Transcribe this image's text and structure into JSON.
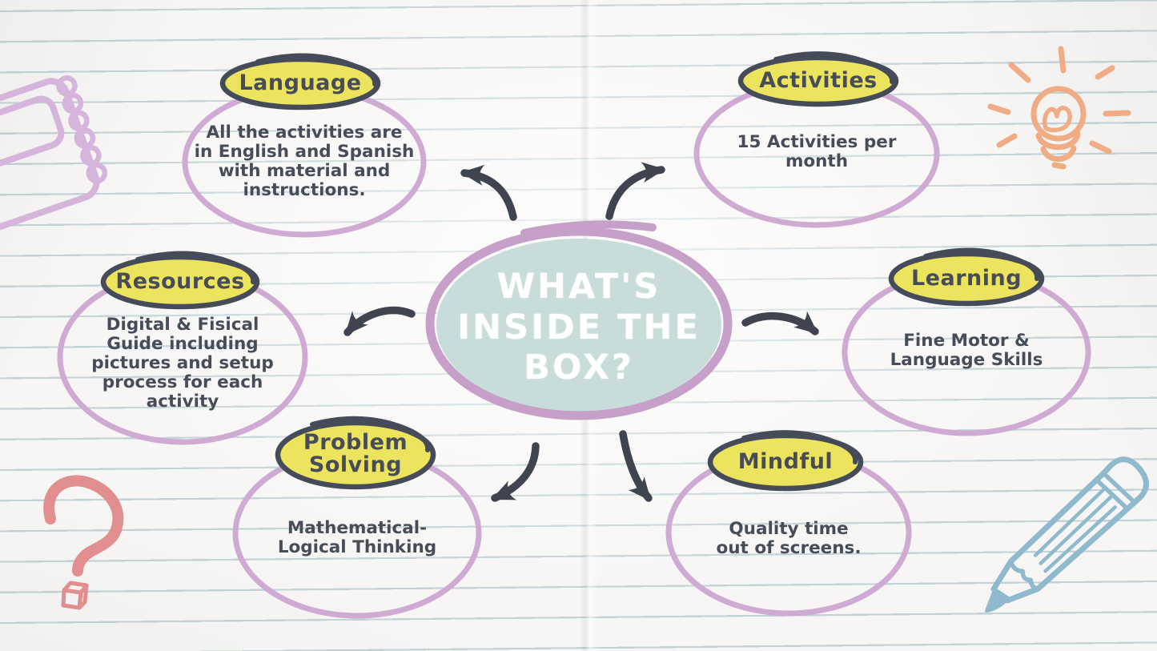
{
  "center": {
    "title": "WHAT'S\nINSIDE THE\nBOX?"
  },
  "nodes": [
    {
      "id": "language",
      "label": "Language",
      "body": "All the activities are\nin English and Spanish\nwith material and\ninstructions."
    },
    {
      "id": "activities",
      "label": "Activities",
      "body": "15 Activities per\nmonth"
    },
    {
      "id": "resources",
      "label": "Resources",
      "body": "Digital & Fisical\nGuide including\npictures and setup\nprocess for each\nactivity"
    },
    {
      "id": "learning",
      "label": "Learning",
      "body": "Fine Motor &\nLanguage Skills"
    },
    {
      "id": "problem_solving",
      "label": "Problem\nSolving",
      "body": "Mathematical-\nLogical Thinking"
    },
    {
      "id": "mindful",
      "label": "Mindful",
      "body": "Quality time\nout of screens."
    }
  ],
  "decorations": [
    "notebook-sketch",
    "lightbulb-sketch",
    "question-mark-sketch",
    "pencil-sketch"
  ],
  "colors": {
    "highlight_yellow": "#ece35f",
    "outline_dark": "#454b58",
    "node_ring_purple": "#cfabd4",
    "center_ring_purple": "#c6a0c8",
    "center_fill_teal": "#c8ddd9",
    "paper_line_blue": "#93b2bc",
    "sketch_purple": "#d6b5dc",
    "sketch_orange": "#efac85",
    "sketch_coral": "#e18e8f",
    "sketch_blue": "#8fb9cc",
    "text_dark": "#474c59",
    "text_white": "#ffffff"
  }
}
